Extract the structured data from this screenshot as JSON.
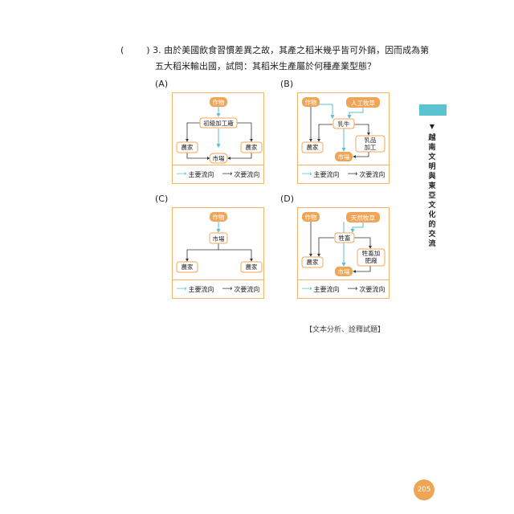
{
  "question": {
    "paren": "(",
    "paren_close": ")",
    "number": "3.",
    "line1": "由於美國飲食習慣差異之故，其產之稻米幾乎皆可外銷，因而成為第",
    "line2": "五大稻米輸出國，試問：其稻米生產屬於何種產業型態？"
  },
  "options": {
    "a": {
      "label": "(A)",
      "nodes": {
        "crop": "作物",
        "factory": "初級加工廠",
        "farmer_left": "農家",
        "market": "市場",
        "farmer_right": "農家"
      }
    },
    "b": {
      "label": "(B)",
      "nodes": {
        "crop": "作物",
        "pasture": "人工牧草",
        "cattle": "乳牛",
        "farmer": "農家",
        "dairy": "乳品加工廠",
        "market": "市場"
      }
    },
    "c": {
      "label": "(C)",
      "nodes": {
        "crop": "作物",
        "market": "市場",
        "farmer_left": "農家",
        "farmer_right": "農家"
      }
    },
    "d": {
      "label": "(D)",
      "nodes": {
        "crop": "作物",
        "pasture": "天然牧草",
        "livestock": "牲畜",
        "farmer": "農家",
        "meat_factory": "牲畜加肥廠",
        "market": "市場"
      }
    }
  },
  "legend": {
    "main": "主要流向",
    "secondary": "次要流向"
  },
  "source": "【文本分析、詮釋試題】",
  "sidebar": {
    "title": "越南文明與東亞文化的交流"
  },
  "page_number": "205",
  "colors": {
    "orange": "#f0a556",
    "teal": "#5ac3cf",
    "frame": "#f0b46a"
  }
}
